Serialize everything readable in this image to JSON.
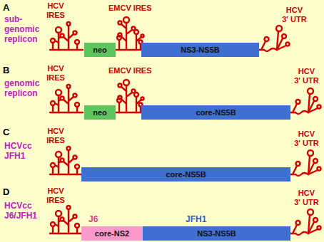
{
  "diagram": {
    "nodes": [
      {
        "text": [
          "neo"
        ]
      },
      {
        "text": [
          "NS3-NS5B"
        ]
      },
      {
        "text": [
          "neo"
        ]
      },
      {
        "text": [
          "core-NS5B"
        ]
      },
      {
        "text": [
          "core-NS5B"
        ]
      },
      {
        "text": [
          "J6",
          "core-NS2"
        ]
      },
      {
        "text": [
          "JFH1",
          "NS3-NS5B"
        ]
      }
    ],
    "labels": [
      "A",
      "sub-genomic replicon",
      "HCV IRES",
      "EMCV IRES",
      "HCV 3' UTR",
      "B",
      "genomic replicon",
      "HCV IRES",
      "EMCV IRES",
      "HCV 3' UTR",
      "C",
      "HCVcc JFH1",
      "HCV IRES",
      "HCV 3' UTR",
      "D",
      "HCVcc J6/JFH1",
      "HCV IRES",
      "HCV 3' UTR"
    ]
  }
}
